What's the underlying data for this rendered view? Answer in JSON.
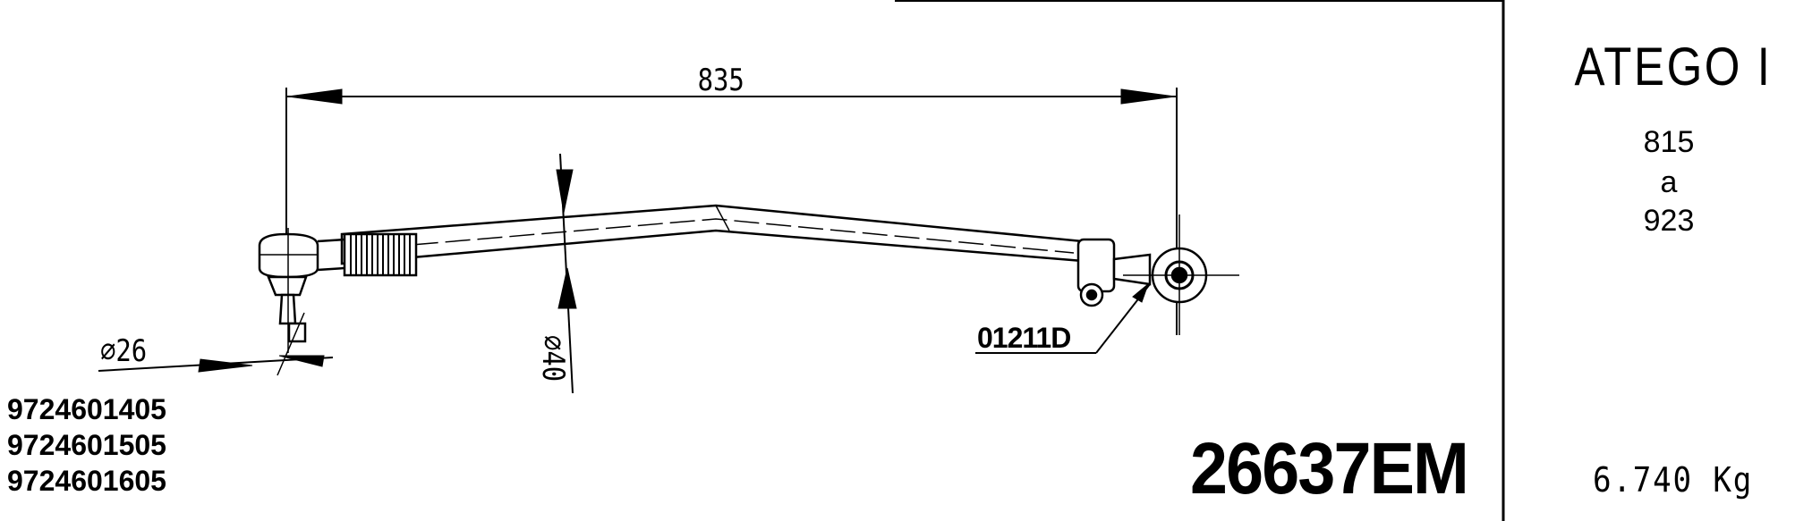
{
  "model": {
    "name": "ATEGO I",
    "range_from": "815",
    "range_sep": "a",
    "range_to": "923"
  },
  "weight": "6.740 Kg",
  "part_number": "26637EM",
  "oem_references": [
    "9724601405",
    "9724601505",
    "9724601605"
  ],
  "dimensions": {
    "length": "835",
    "ball_stud_diameter": "⌀26",
    "tube_diameter": "⌀40"
  },
  "joint_code": "01211D"
}
